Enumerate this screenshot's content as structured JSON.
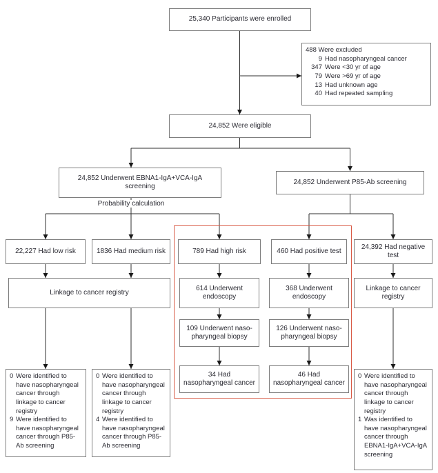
{
  "palette": {
    "highlight_border": "#d85a45",
    "box_border": "#7d7d7d",
    "text": "#2b2b33",
    "connector": "#2f2f2f"
  },
  "nodes": {
    "enrolled": {
      "label": "25,340 Participants were enrolled"
    },
    "excluded": {
      "title": "488 Were excluded",
      "items": [
        {
          "num": "9",
          "text": "Had nasopharyngeal cancer"
        },
        {
          "num": "347",
          "text": "Were <30 yr of age"
        },
        {
          "num": "79",
          "text": "Were >69 yr of age"
        },
        {
          "num": "13",
          "text": "Had unknown age"
        },
        {
          "num": "40",
          "text": "Had repeated sampling"
        }
      ]
    },
    "eligible": {
      "label": "24,852 Were eligible"
    },
    "screen_left": {
      "label": "24,852 Underwent EBNA1-IgA+VCA-IgA screening"
    },
    "screen_right": {
      "label": "24,852 Underwent P85-Ab screening"
    },
    "probability_label": "Probability calculation",
    "low_risk": {
      "label": "22,227 Had low risk"
    },
    "medium_risk": {
      "label": "1836 Had medium risk"
    },
    "high_risk": {
      "label": "789 Had high risk"
    },
    "positive_test": {
      "label": "460 Had positive test"
    },
    "negative_test": {
      "label": "24,392 Had negative test"
    },
    "linkage_left": {
      "label": "Linkage to cancer registry"
    },
    "endoscopy_high": {
      "label": "614 Underwent endoscopy"
    },
    "endoscopy_positive": {
      "label": "368 Underwent endoscopy"
    },
    "linkage_right": {
      "label": "Linkage to cancer registry"
    },
    "biopsy_high": {
      "label": "109 Underwent naso-pharyngeal biopsy"
    },
    "biopsy_positive": {
      "label": "126 Underwent naso-pharyngeal biopsy"
    },
    "cancer_high": {
      "label": "34 Had nasopharyngeal cancer"
    },
    "cancer_positive": {
      "label": "46 Had nasopharyngeal cancer"
    },
    "outcome_low": {
      "entries": [
        {
          "num": "0",
          "text": "Were identified to have nasopharyngeal cancer through linkage to cancer registry"
        },
        {
          "num": "9",
          "text": "Were identified to have nasopharyngeal cancer through P85-Ab screening"
        }
      ]
    },
    "outcome_medium": {
      "entries": [
        {
          "num": "0",
          "text": "Were identified to have nasopharyngeal cancer through linkage to cancer registry"
        },
        {
          "num": "4",
          "text": "Were identified to have nasopharyngeal cancer through P85-Ab screening"
        }
      ]
    },
    "outcome_negative": {
      "entries": [
        {
          "num": "0",
          "text": "Were identified to have nasopharyngeal cancer through linkage to cancer registry"
        },
        {
          "num": "1",
          "text": "Was identified to have nasopharyngeal cancer through EBNA1-IgA+VCA-IgA screening"
        }
      ]
    }
  }
}
